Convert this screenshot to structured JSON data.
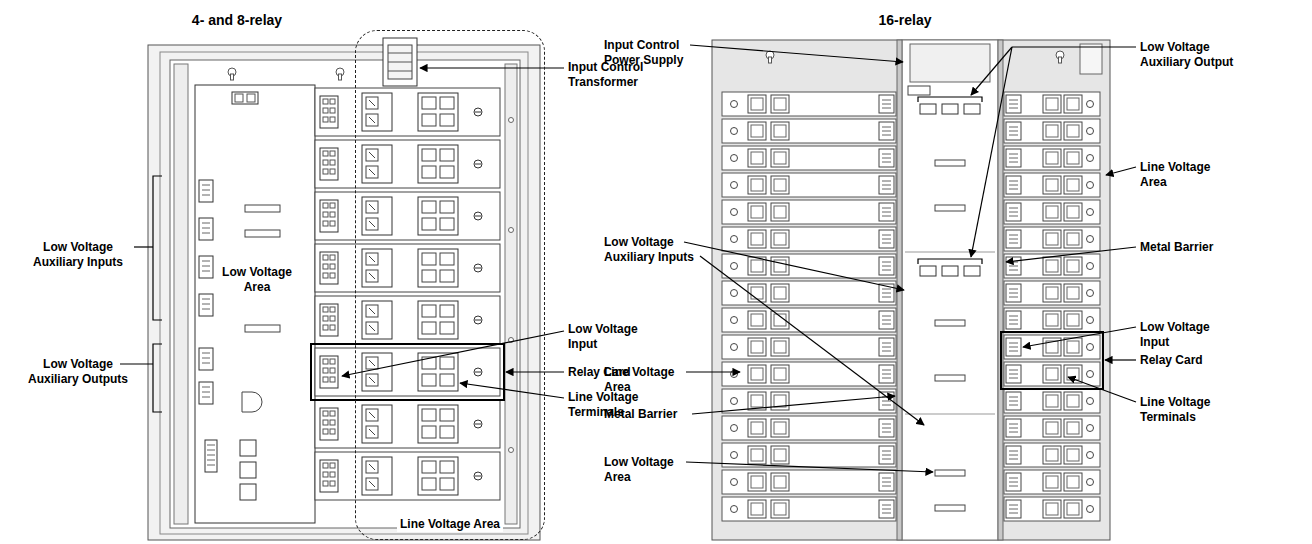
{
  "diagram": {
    "nodes": [
      {
        "text": [
          "Line Voltage Area"
        ]
      }
    ],
    "labels": [
      "4- and 8-relay",
      "16-relay",
      "Input Control Transformer",
      "Low Voltage Auxiliary Inputs",
      "Low Voltage Area",
      "Low Voltage Auxiliary Outputs",
      "Low Voltage Input",
      "Relay Card",
      "Line Voltage Terminals",
      "Input Control Power Supply",
      "Low Voltage Auxiliary Output",
      "Line Voltage Area",
      "Low Voltage Auxiliary Inputs",
      "Metal Barrier",
      "Low Voltage Input",
      "Relay Card",
      "Line Voltage Area",
      "Line Voltage Terminals",
      "Metal Barrier",
      "Low Voltage Area"
    ]
  }
}
